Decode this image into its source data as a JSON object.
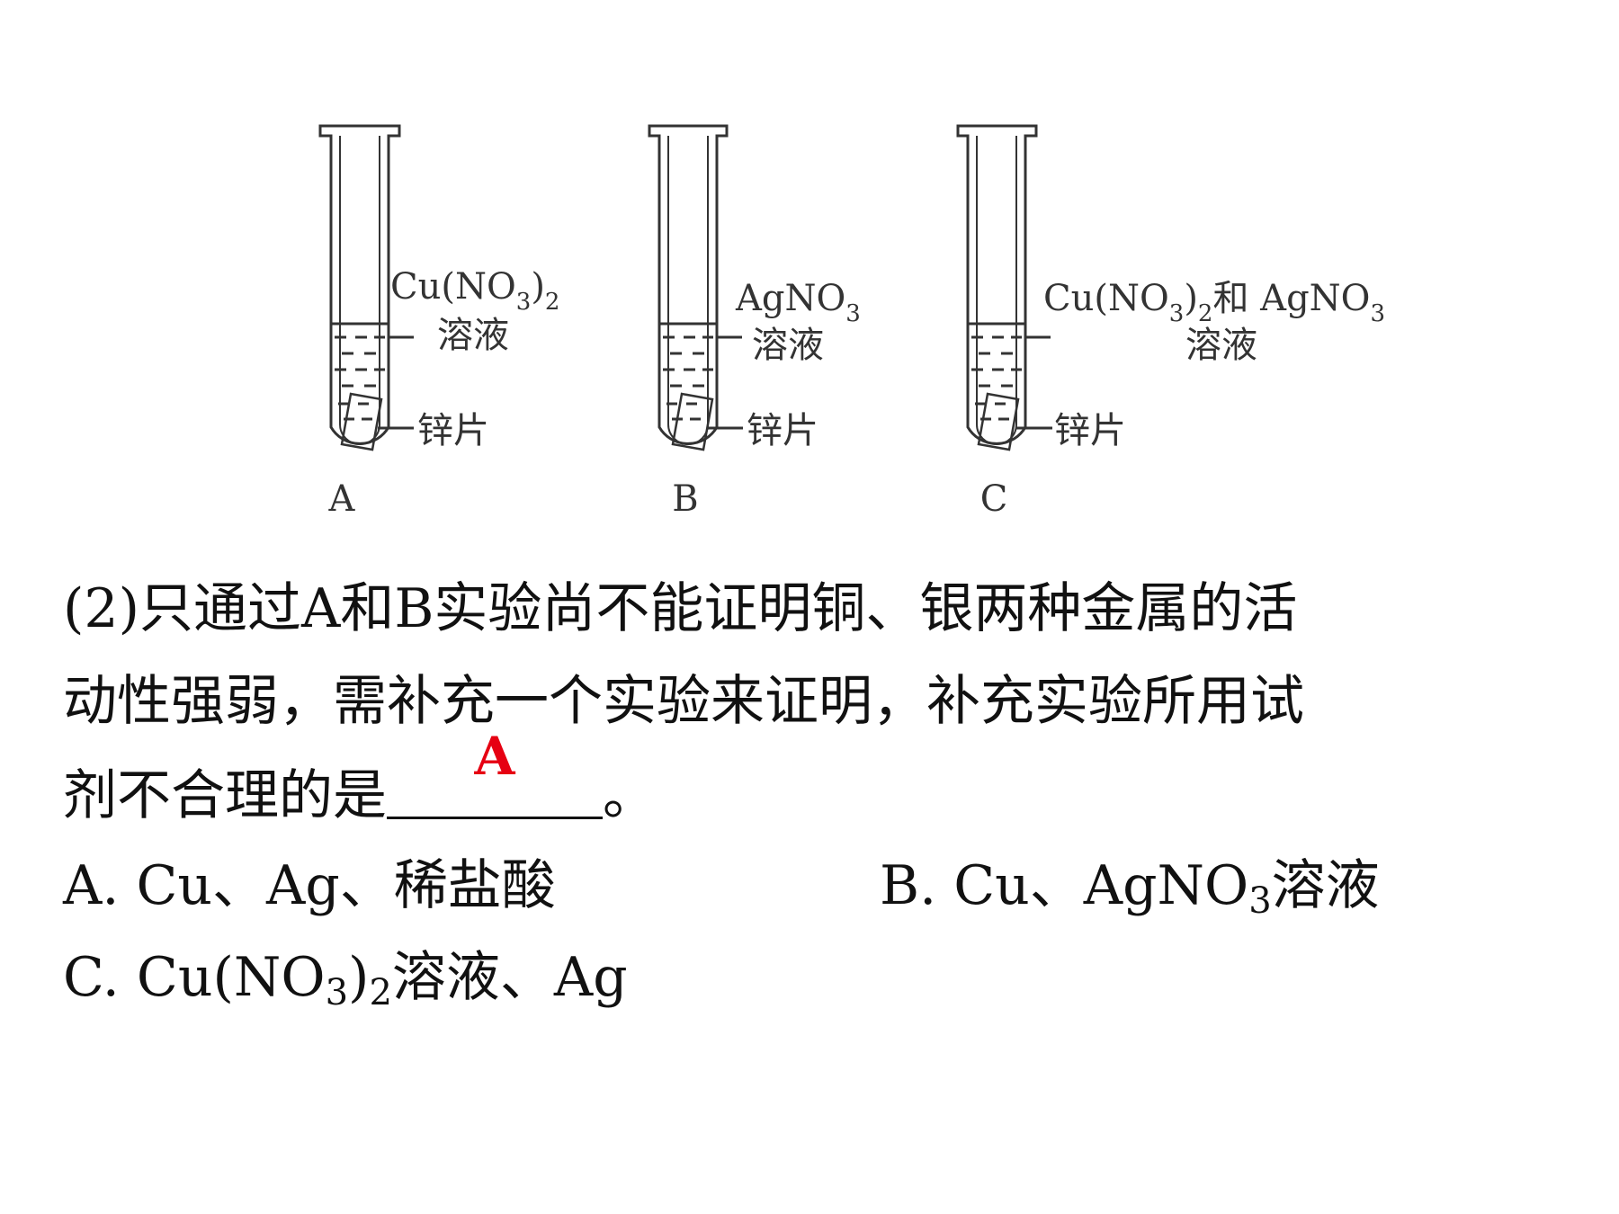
{
  "figure": {
    "tubes": [
      {
        "label": "A",
        "solution_formula": {
          "base": "Cu(NO",
          "sub1": "3",
          "mid": ")",
          "sub2": "2",
          "tail": ""
        },
        "solution_word": "溶液",
        "strip_label": "锌片"
      },
      {
        "label": "B",
        "solution_formula": {
          "base": "AgNO",
          "sub1": "3",
          "mid": "",
          "sub2": "",
          "tail": ""
        },
        "solution_word": "溶液",
        "strip_label": "锌片"
      },
      {
        "label": "C",
        "solution_formula": {
          "base": "Cu(NO",
          "sub1": "3",
          "mid": ")",
          "sub2": "2",
          "tail": "和 AgNO",
          "sub3": "3"
        },
        "solution_word": "溶液",
        "strip_label": "锌片"
      }
    ]
  },
  "question": {
    "line1": "(2)只通过A和B实验尚不能证明铜、银两种金属的活",
    "line2": "动性强弱，需补充一个实验来证明，补充实验所用试",
    "line3_prefix": "剂不合理的是",
    "answer": "A",
    "line3_suffix": "。"
  },
  "options": {
    "A": {
      "text": "A. Cu、Ag、稀盐酸"
    },
    "B": {
      "prefix": "B. Cu、AgNO",
      "sub": "3",
      "suffix": "溶液"
    },
    "C": {
      "prefix": "C. Cu(NO",
      "sub1": "3",
      "mid": ")",
      "sub2": "2",
      "suffix": "溶液、Ag"
    }
  }
}
